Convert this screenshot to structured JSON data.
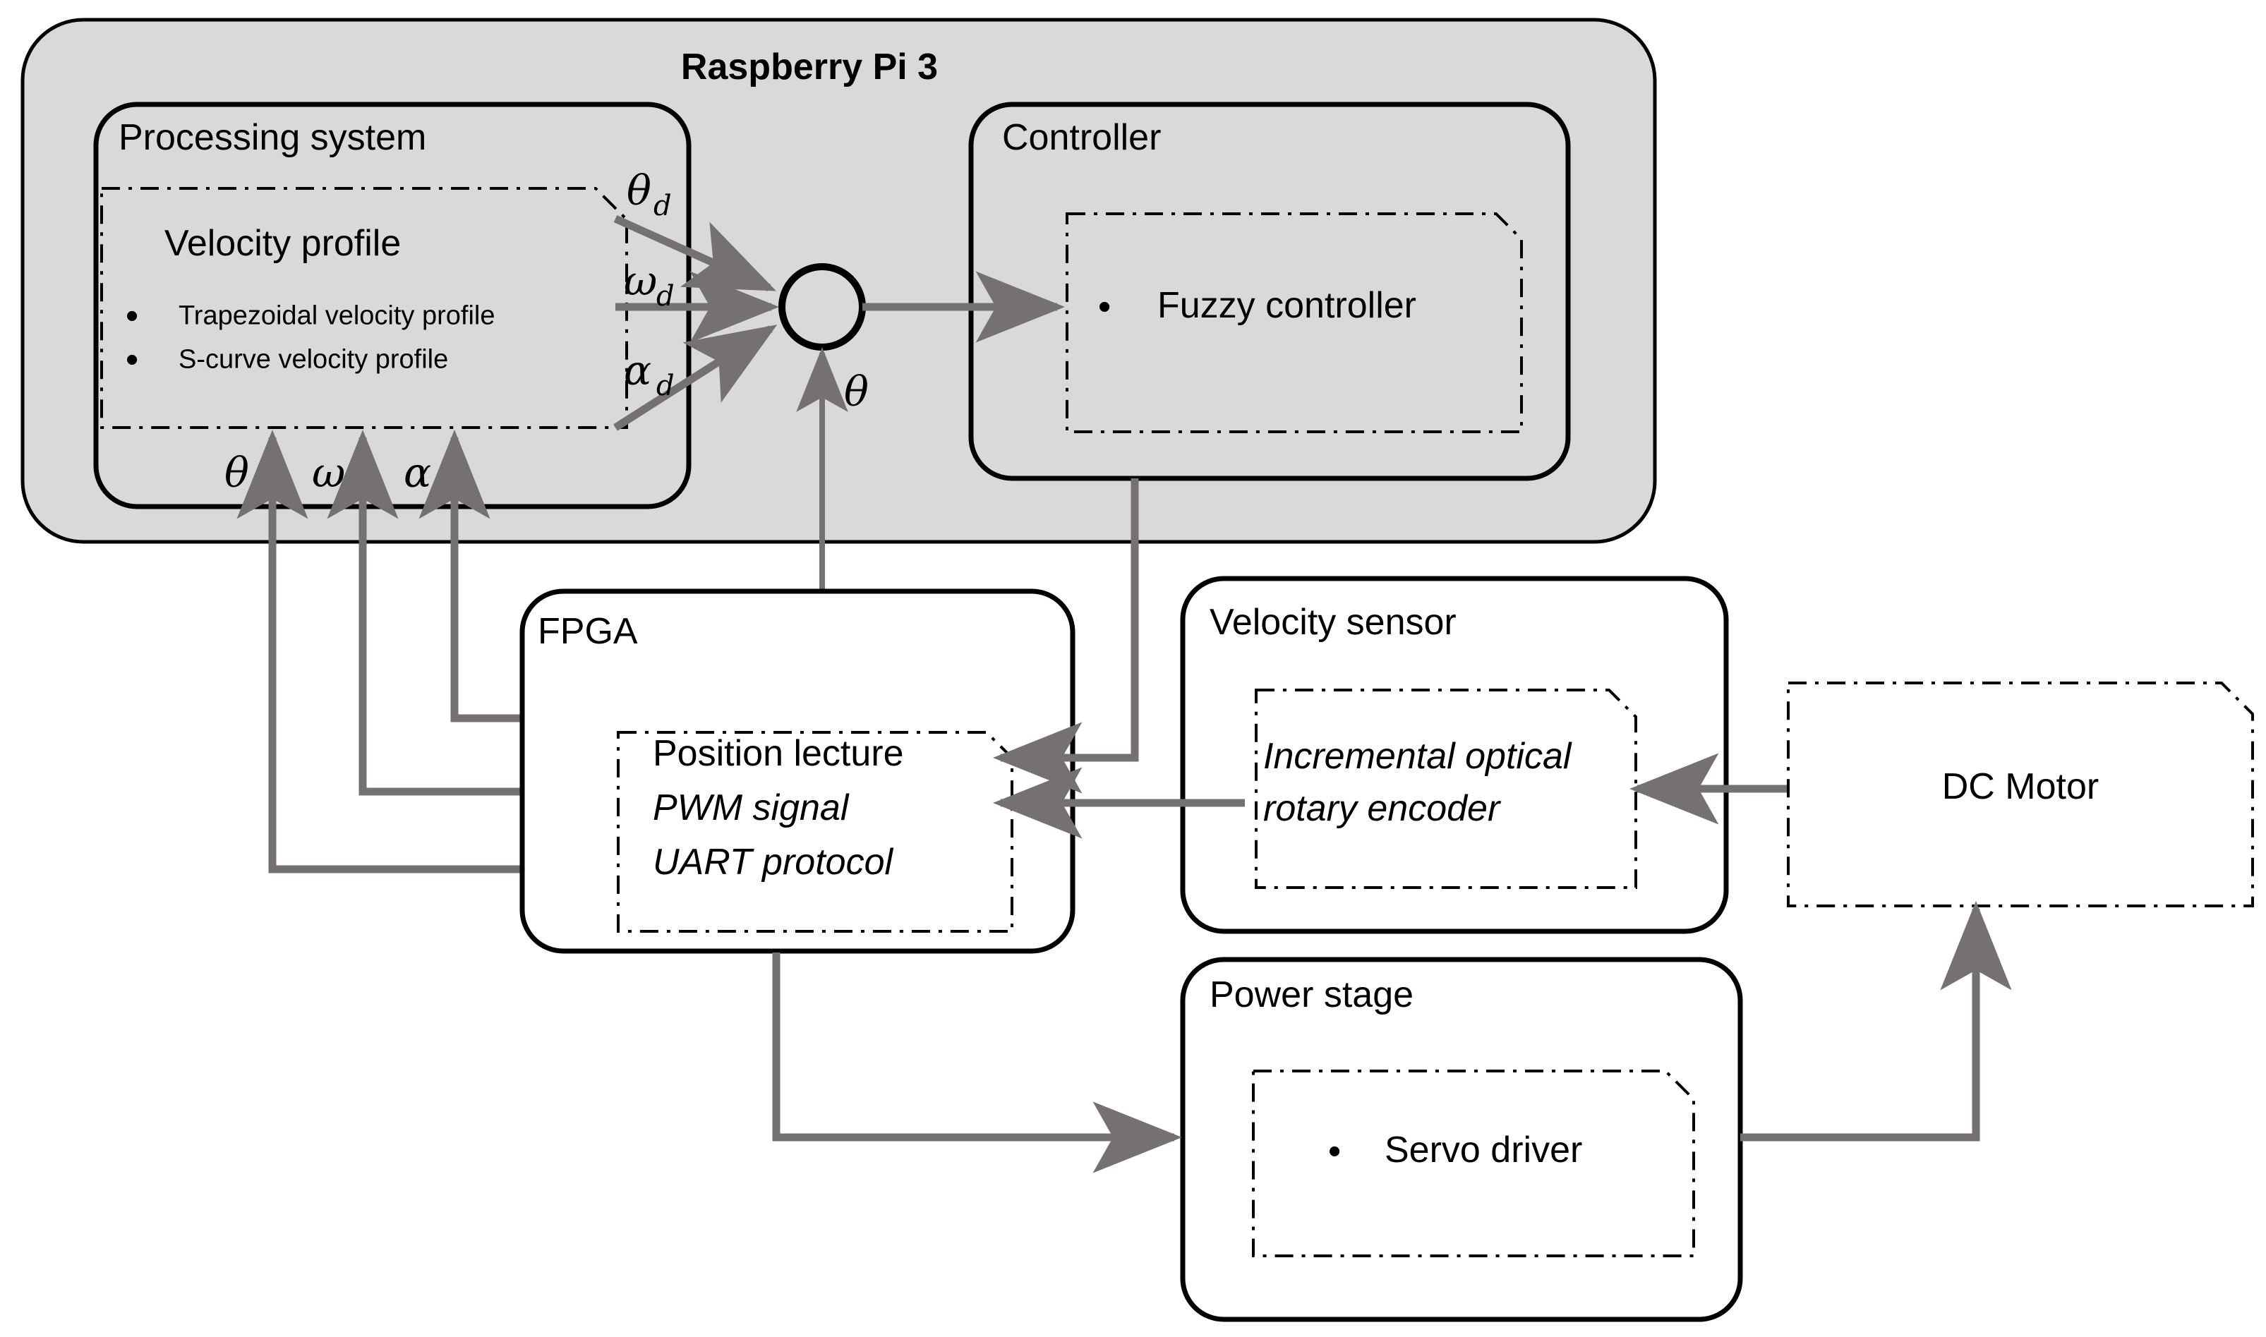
{
  "diagram": {
    "title": "Raspberry Pi 3 motion control block diagram",
    "colors": {
      "enclosure_fill": "#d9d9d9",
      "box_stroke": "#000000",
      "wire": "#767171",
      "page_background": "#ffffff"
    }
  },
  "enclosure": {
    "label": "Raspberry Pi 3"
  },
  "blocks": {
    "processing_system": {
      "title": "Processing system",
      "inner": {
        "title": "Velocity profile",
        "bullets": [
          "Trapezoidal velocity profile",
          "S-curve velocity profile"
        ],
        "bullet_glyph": "•"
      }
    },
    "controller": {
      "title": "Controller",
      "inner": {
        "bullets": [
          "Fuzzy controller"
        ],
        "bullet_glyph": "•"
      }
    },
    "fpga": {
      "title": "FPGA",
      "inner": {
        "lines": [
          {
            "text": "Position lecture",
            "italic": false
          },
          {
            "text": "PWM signal",
            "italic": true
          },
          {
            "text": "UART protocol",
            "italic": true
          }
        ]
      }
    },
    "velocity_sensor": {
      "title": "Velocity sensor",
      "inner": {
        "lines": [
          {
            "text": "Incremental optical",
            "italic": true
          },
          {
            "text": "rotary encoder",
            "italic": true
          }
        ]
      }
    },
    "power_stage": {
      "title": "Power stage",
      "inner": {
        "bullets": [
          "Servo driver"
        ],
        "bullet_glyph": "•"
      }
    },
    "dc_motor": {
      "title": "DC Motor"
    }
  },
  "summing_junction": {
    "name": "summing-junction"
  },
  "signal_labels": {
    "theta_d": {
      "base": "θ",
      "sub": "d"
    },
    "omega_d": {
      "base": "ω",
      "sub": "d"
    },
    "alpha_d": {
      "base": "α",
      "sub": "d"
    },
    "theta_feedback": {
      "base": "θ",
      "sub": ""
    },
    "theta_up": {
      "base": "θ",
      "sub": ""
    },
    "omega_up": {
      "base": "ω",
      "sub": ""
    },
    "alpha_up": {
      "base": "α",
      "sub": ""
    }
  }
}
